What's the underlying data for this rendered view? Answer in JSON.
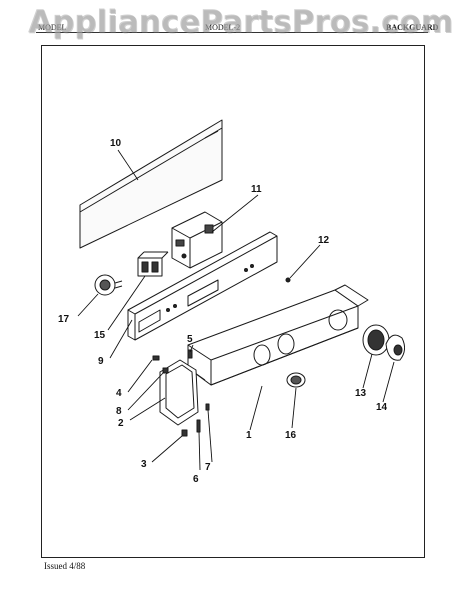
{
  "watermark": "AppliancePartsPros.com",
  "header": {
    "left": "MODEL",
    "middle": "MODEL-2",
    "right": "BACKGUARD"
  },
  "footer": "Issued 4/88",
  "callouts": [
    "1",
    "2",
    "3",
    "4",
    "5",
    "6",
    "7",
    "8",
    "9",
    "10",
    "11",
    "12",
    "13",
    "14",
    "15",
    "16",
    "17"
  ]
}
